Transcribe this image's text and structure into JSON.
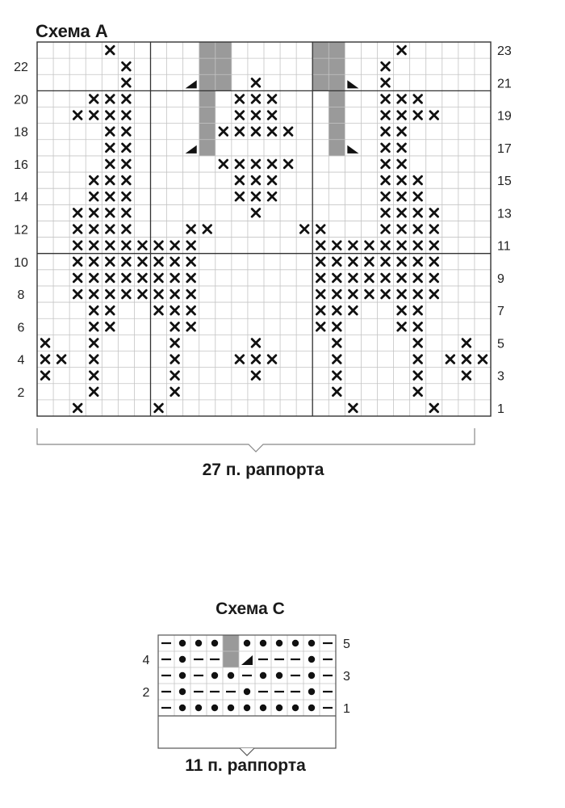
{
  "scheme_a": {
    "title": "Схема А",
    "cols": 28,
    "rows": 23,
    "left_row_labels": [
      "22",
      "20",
      "18",
      "16",
      "14",
      "12",
      "10",
      "8",
      "6",
      "4",
      "2"
    ],
    "right_row_labels": [
      "23",
      "21",
      "19",
      "17",
      "15",
      "13",
      "11",
      "9",
      "7",
      "5",
      "3",
      "1"
    ],
    "repeat_label": "27 п. раппорта",
    "x_cells": [
      {
        "row": 23,
        "cols": [
          5,
          23
        ]
      },
      {
        "row": 22,
        "cols": [
          6,
          22
        ]
      },
      {
        "row": 21,
        "cols": [
          6,
          14,
          22
        ]
      },
      {
        "row": 20,
        "cols": [
          4,
          5,
          6,
          13,
          14,
          15,
          22,
          23,
          24
        ]
      },
      {
        "row": 19,
        "cols": [
          3,
          4,
          5,
          6,
          13,
          14,
          15,
          22,
          23,
          24,
          25
        ]
      },
      {
        "row": 18,
        "cols": [
          5,
          6,
          12,
          13,
          14,
          15,
          16,
          22,
          23
        ]
      },
      {
        "row": 17,
        "cols": [
          5,
          6,
          22,
          23
        ]
      },
      {
        "row": 16,
        "cols": [
          5,
          6,
          12,
          13,
          14,
          15,
          16,
          22,
          23
        ]
      },
      {
        "row": 15,
        "cols": [
          4,
          5,
          6,
          13,
          14,
          15,
          22,
          23,
          24
        ]
      },
      {
        "row": 14,
        "cols": [
          4,
          5,
          6,
          13,
          14,
          15,
          22,
          23,
          24
        ]
      },
      {
        "row": 13,
        "cols": [
          3,
          4,
          5,
          6,
          14,
          22,
          23,
          24,
          25
        ]
      },
      {
        "row": 12,
        "cols": [
          3,
          4,
          5,
          6,
          10,
          11,
          17,
          18,
          22,
          23,
          24,
          25
        ]
      },
      {
        "row": 11,
        "cols": [
          3,
          4,
          5,
          6,
          7,
          8,
          9,
          10,
          18,
          19,
          20,
          21,
          22,
          23,
          24,
          25
        ]
      },
      {
        "row": 10,
        "cols": [
          3,
          4,
          5,
          6,
          7,
          8,
          9,
          10,
          18,
          19,
          20,
          21,
          22,
          23,
          24,
          25
        ]
      },
      {
        "row": 9,
        "cols": [
          3,
          4,
          5,
          6,
          7,
          8,
          9,
          10,
          18,
          19,
          20,
          21,
          22,
          23,
          24,
          25
        ]
      },
      {
        "row": 8,
        "cols": [
          3,
          4,
          5,
          6,
          7,
          8,
          9,
          10,
          18,
          19,
          20,
          21,
          22,
          23,
          24,
          25
        ]
      },
      {
        "row": 7,
        "cols": [
          4,
          5,
          8,
          9,
          10,
          18,
          19,
          20,
          23,
          24
        ]
      },
      {
        "row": 6,
        "cols": [
          4,
          5,
          9,
          10,
          18,
          19,
          23,
          24
        ]
      },
      {
        "row": 5,
        "cols": [
          1,
          4,
          9,
          14,
          19,
          24,
          27
        ]
      },
      {
        "row": 4,
        "cols": [
          1,
          2,
          4,
          9,
          13,
          14,
          15,
          19,
          24,
          26,
          27,
          28
        ]
      },
      {
        "row": 3,
        "cols": [
          1,
          4,
          9,
          14,
          19,
          24,
          27
        ]
      },
      {
        "row": 2,
        "cols": [
          4,
          9,
          19,
          24
        ]
      },
      {
        "row": 1,
        "cols": [
          3,
          8,
          20,
          25
        ]
      }
    ],
    "gray_columns": [
      {
        "col": 11,
        "from_row": 21,
        "to_row": 23
      },
      {
        "col": 12,
        "from_row": 21,
        "to_row": 23
      },
      {
        "col": 18,
        "from_row": 21,
        "to_row": 23
      },
      {
        "col": 19,
        "from_row": 21,
        "to_row": 23
      },
      {
        "col": 11,
        "from_row": 17,
        "to_row": 20
      },
      {
        "col": 19,
        "from_row": 17,
        "to_row": 20
      }
    ],
    "decrease_marks": [
      {
        "row": 21,
        "col": 10,
        "dir": "left"
      },
      {
        "row": 21,
        "col": 20,
        "dir": "right"
      },
      {
        "row": 17,
        "col": 10,
        "dir": "left"
      },
      {
        "row": 17,
        "col": 20,
        "dir": "right"
      }
    ]
  },
  "scheme_c": {
    "title": "Схема С",
    "cols": 11,
    "rows": 5,
    "left_row_labels": [
      "4",
      "2"
    ],
    "right_row_labels": [
      "5",
      "3",
      "1"
    ],
    "repeat_label": "11 п. раппорта",
    "symbol_rows": [
      {
        "row": 5,
        "cells": "-•••G•••••-"
      },
      {
        "row": 4,
        "cells": "-•--GD---•-"
      },
      {
        "row": 3,
        "cells": "-•-••-••-•-"
      },
      {
        "row": 2,
        "cells": "-•---•---•-"
      },
      {
        "row": 1,
        "cells": "-•••••••••-"
      }
    ]
  }
}
